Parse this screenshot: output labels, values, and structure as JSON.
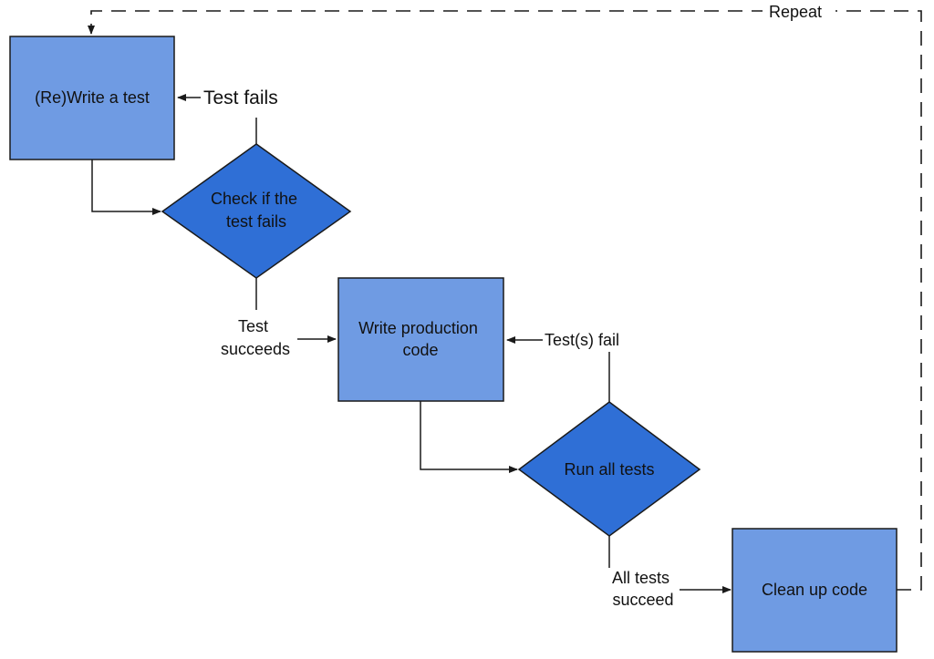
{
  "colors": {
    "box_fill": "#6f9be3",
    "diamond_fill": "#2f6fd6",
    "stroke": "#1a1a1a",
    "background": "#ffffff"
  },
  "nodes": {
    "write_test": "(Re)Write a test",
    "check_fails": [
      "Check if the",
      "test fails"
    ],
    "write_code": [
      "Write production",
      "code"
    ],
    "run_tests": "Run all tests",
    "clean_up": "Clean up code"
  },
  "labels": {
    "test_fails": "Test fails",
    "test_succeeds": [
      "Test",
      "succeeds"
    ],
    "tests_fail": "Test(s) fail",
    "all_succeed": [
      "All tests",
      "succeed"
    ],
    "repeat": "Repeat"
  }
}
